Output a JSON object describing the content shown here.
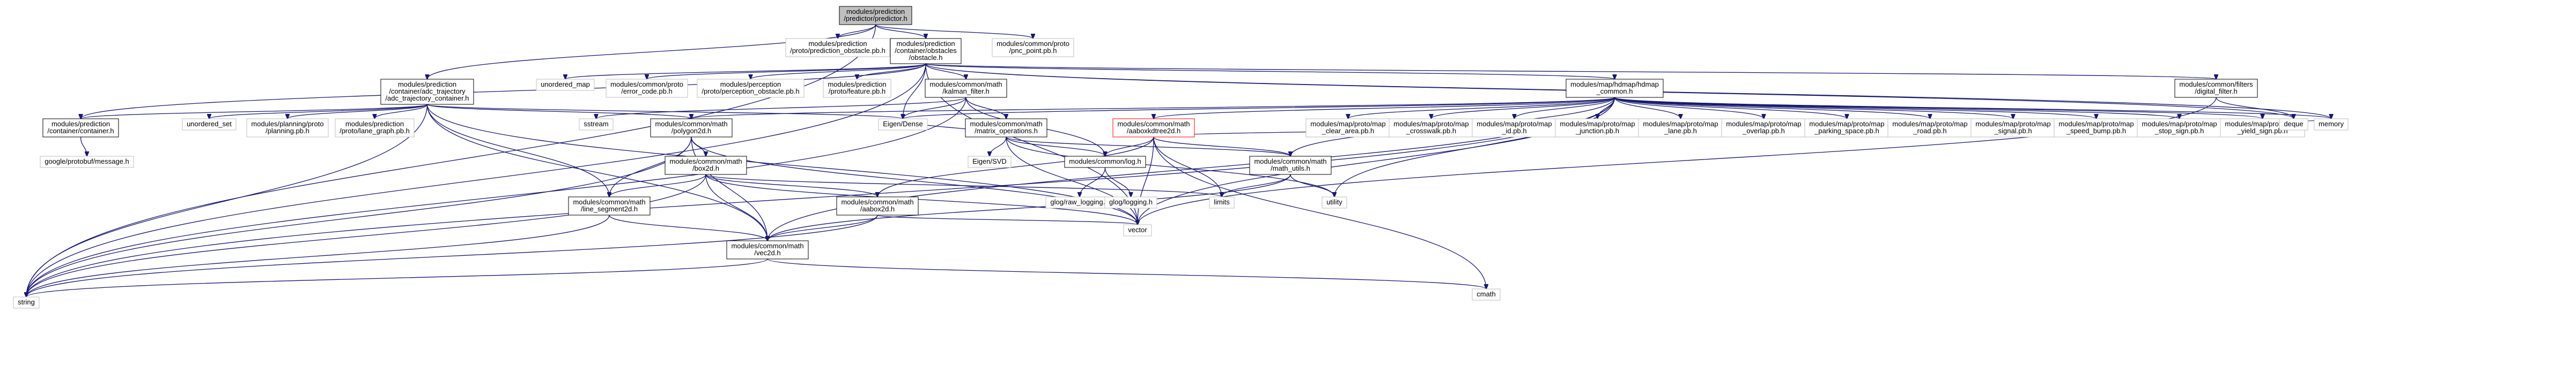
{
  "colors": {
    "edge": "#191970",
    "root_fill": "#bfbfbf",
    "linked_border": "#000000",
    "external_border": "#bfbfbf",
    "truncated_border": "#ff0000"
  },
  "nodes": [
    {
      "id": "predictor",
      "lines": [
        "modules/prediction",
        "/predictor/predictor.h"
      ],
      "style": "root"
    },
    {
      "id": "prediction_obstacle_pb",
      "lines": [
        "modules/prediction",
        "/proto/prediction_obstacle.pb.h"
      ],
      "style": "external"
    },
    {
      "id": "obstacle",
      "lines": [
        "modules/prediction",
        "/container/obstacles",
        "/obstacle.h"
      ],
      "style": "linked"
    },
    {
      "id": "pnc_point_pb",
      "lines": [
        "modules/common/proto",
        "/pnc_point.pb.h"
      ],
      "style": "external"
    },
    {
      "id": "adc_trajectory_container",
      "lines": [
        "modules/prediction",
        "/container/adc_trajectory",
        "/adc_trajectory_container.h"
      ],
      "style": "linked"
    },
    {
      "id": "unordered_map",
      "lines": [
        "unordered_map"
      ],
      "style": "external"
    },
    {
      "id": "error_code_pb",
      "lines": [
        "modules/common/proto",
        "/error_code.pb.h"
      ],
      "style": "external"
    },
    {
      "id": "perception_obstacle_pb",
      "lines": [
        "modules/perception",
        "/proto/perception_obstacle.pb.h"
      ],
      "style": "external"
    },
    {
      "id": "feature_pb",
      "lines": [
        "modules/prediction",
        "/proto/feature.pb.h"
      ],
      "style": "external"
    },
    {
      "id": "kalman_filter",
      "lines": [
        "modules/common/math",
        "/kalman_filter.h"
      ],
      "style": "linked"
    },
    {
      "id": "hdmap_common",
      "lines": [
        "modules/map/hdmap/hdmap",
        "_common.h"
      ],
      "style": "linked"
    },
    {
      "id": "digital_filter",
      "lines": [
        "modules/common/filters",
        "/digital_filter.h"
      ],
      "style": "linked"
    },
    {
      "id": "container",
      "lines": [
        "modules/prediction",
        "/container/container.h"
      ],
      "style": "linked"
    },
    {
      "id": "unordered_set",
      "lines": [
        "unordered_set"
      ],
      "style": "external"
    },
    {
      "id": "planning_pb",
      "lines": [
        "modules/planning/proto",
        "/planning.pb.h"
      ],
      "style": "external"
    },
    {
      "id": "lane_graph_pb",
      "lines": [
        "modules/prediction",
        "/proto/lane_graph.pb.h"
      ],
      "style": "external"
    },
    {
      "id": "sstream",
      "lines": [
        "sstream"
      ],
      "style": "external"
    },
    {
      "id": "polygon2d",
      "lines": [
        "modules/common/math",
        "/polygon2d.h"
      ],
      "style": "linked"
    },
    {
      "id": "eigen_dense",
      "lines": [
        "Eigen/Dense"
      ],
      "style": "external"
    },
    {
      "id": "matrix_operations",
      "lines": [
        "modules/common/math",
        "/matrix_operations.h"
      ],
      "style": "linked"
    },
    {
      "id": "aaboxkdtree2d",
      "lines": [
        "modules/common/math",
        "/aaboxkdtree2d.h"
      ],
      "style": "truncated"
    },
    {
      "id": "clear_area_pb",
      "lines": [
        "modules/map/proto/map",
        "_clear_area.pb.h"
      ],
      "style": "external"
    },
    {
      "id": "crosswalk_pb",
      "lines": [
        "modules/map/proto/map",
        "_crosswalk.pb.h"
      ],
      "style": "external"
    },
    {
      "id": "id_pb",
      "lines": [
        "modules/map/proto/map",
        "_id.pb.h"
      ],
      "style": "external"
    },
    {
      "id": "junction_pb",
      "lines": [
        "modules/map/proto/map",
        "_junction.pb.h"
      ],
      "style": "external"
    },
    {
      "id": "lane_pb",
      "lines": [
        "modules/map/proto/map",
        "_lane.pb.h"
      ],
      "style": "external"
    },
    {
      "id": "overlap_pb",
      "lines": [
        "modules/map/proto/map",
        "_overlap.pb.h"
      ],
      "style": "external"
    },
    {
      "id": "parking_space_pb",
      "lines": [
        "modules/map/proto/map",
        "_parking_space.pb.h"
      ],
      "style": "external"
    },
    {
      "id": "road_pb",
      "lines": [
        "modules/map/proto/map",
        "_road.pb.h"
      ],
      "style": "external"
    },
    {
      "id": "signal_pb",
      "lines": [
        "modules/map/proto/map",
        "_signal.pb.h"
      ],
      "style": "external"
    },
    {
      "id": "speed_bump_pb",
      "lines": [
        "modules/map/proto/map",
        "_speed_bump.pb.h"
      ],
      "style": "external"
    },
    {
      "id": "stop_sign_pb",
      "lines": [
        "modules/map/proto/map",
        "_stop_sign.pb.h"
      ],
      "style": "external"
    },
    {
      "id": "yield_sign_pb",
      "lines": [
        "modules/map/proto/map",
        "_yield_sign.pb.h"
      ],
      "style": "external"
    },
    {
      "id": "deque",
      "lines": [
        "deque"
      ],
      "style": "external"
    },
    {
      "id": "memory",
      "lines": [
        "memory"
      ],
      "style": "external"
    },
    {
      "id": "protobuf_message",
      "lines": [
        "google/protobuf/message.h"
      ],
      "style": "external"
    },
    {
      "id": "box2d",
      "lines": [
        "modules/common/math",
        "/box2d.h"
      ],
      "style": "linked"
    },
    {
      "id": "eigen_svd",
      "lines": [
        "Eigen/SVD"
      ],
      "style": "external"
    },
    {
      "id": "log",
      "lines": [
        "modules/common/log.h"
      ],
      "style": "linked"
    },
    {
      "id": "math_utils",
      "lines": [
        "modules/common/math",
        "/math_utils.h"
      ],
      "style": "linked"
    },
    {
      "id": "line_segment2d",
      "lines": [
        "modules/common/math",
        "/line_segment2d.h"
      ],
      "style": "linked"
    },
    {
      "id": "aabox2d",
      "lines": [
        "modules/common/math",
        "/aabox2d.h"
      ],
      "style": "linked"
    },
    {
      "id": "limits",
      "lines": [
        "limits"
      ],
      "style": "external"
    },
    {
      "id": "raw_logging",
      "lines": [
        "glog/raw_logging.h"
      ],
      "style": "external"
    },
    {
      "id": "glog_logging",
      "lines": [
        "glog/logging.h"
      ],
      "style": "external"
    },
    {
      "id": "utility",
      "lines": [
        "utility"
      ],
      "style": "external"
    },
    {
      "id": "vector",
      "lines": [
        "vector"
      ],
      "style": "external"
    },
    {
      "id": "vec2d",
      "lines": [
        "modules/common/math",
        "/vec2d.h"
      ],
      "style": "linked"
    },
    {
      "id": "string",
      "lines": [
        "string"
      ],
      "style": "external"
    },
    {
      "id": "cmath",
      "lines": [
        "cmath"
      ],
      "style": "external"
    }
  ],
  "edges": [
    [
      "predictor",
      "prediction_obstacle_pb"
    ],
    [
      "predictor",
      "obstacle"
    ],
    [
      "predictor",
      "pnc_point_pb"
    ],
    [
      "predictor",
      "adc_trajectory_container"
    ],
    [
      "predictor",
      "string"
    ],
    [
      "obstacle",
      "unordered_map"
    ],
    [
      "obstacle",
      "error_code_pb"
    ],
    [
      "obstacle",
      "perception_obstacle_pb"
    ],
    [
      "obstacle",
      "feature_pb"
    ],
    [
      "obstacle",
      "kalman_filter"
    ],
    [
      "obstacle",
      "hdmap_common"
    ],
    [
      "obstacle",
      "digital_filter"
    ],
    [
      "obstacle",
      "container"
    ],
    [
      "obstacle",
      "eigen_dense"
    ],
    [
      "obstacle",
      "vector"
    ],
    [
      "obstacle",
      "string"
    ],
    [
      "obstacle",
      "memory"
    ],
    [
      "obstacle",
      "deque"
    ],
    [
      "adc_trajectory_container",
      "container"
    ],
    [
      "adc_trajectory_container",
      "unordered_set"
    ],
    [
      "adc_trajectory_container",
      "planning_pb"
    ],
    [
      "adc_trajectory_container",
      "lane_graph_pb"
    ],
    [
      "adc_trajectory_container",
      "polygon2d"
    ],
    [
      "adc_trajectory_container",
      "line_segment2d"
    ],
    [
      "adc_trajectory_container",
      "vec2d"
    ],
    [
      "adc_trajectory_container",
      "string"
    ],
    [
      "adc_trajectory_container",
      "vector"
    ],
    [
      "adc_trajectory_container",
      "eigen_dense"
    ],
    [
      "container",
      "protobuf_message"
    ],
    [
      "kalman_filter",
      "sstream"
    ],
    [
      "kalman_filter",
      "eigen_dense"
    ],
    [
      "kalman_filter",
      "matrix_operations"
    ],
    [
      "kalman_filter",
      "log"
    ],
    [
      "kalman_filter",
      "string"
    ],
    [
      "hdmap_common",
      "polygon2d"
    ],
    [
      "hdmap_common",
      "eigen_dense"
    ],
    [
      "hdmap_common",
      "aaboxkdtree2d"
    ],
    [
      "hdmap_common",
      "clear_area_pb"
    ],
    [
      "hdmap_common",
      "crosswalk_pb"
    ],
    [
      "hdmap_common",
      "id_pb"
    ],
    [
      "hdmap_common",
      "junction_pb"
    ],
    [
      "hdmap_common",
      "lane_pb"
    ],
    [
      "hdmap_common",
      "overlap_pb"
    ],
    [
      "hdmap_common",
      "parking_space_pb"
    ],
    [
      "hdmap_common",
      "road_pb"
    ],
    [
      "hdmap_common",
      "signal_pb"
    ],
    [
      "hdmap_common",
      "speed_bump_pb"
    ],
    [
      "hdmap_common",
      "stop_sign_pb"
    ],
    [
      "hdmap_common",
      "yield_sign_pb"
    ],
    [
      "hdmap_common",
      "memory"
    ],
    [
      "hdmap_common",
      "vector"
    ],
    [
      "hdmap_common",
      "math_utils"
    ],
    [
      "hdmap_common",
      "vec2d"
    ],
    [
      "hdmap_common",
      "utility"
    ],
    [
      "hdmap_common",
      "string"
    ],
    [
      "digital_filter",
      "deque"
    ],
    [
      "digital_filter",
      "vector"
    ],
    [
      "polygon2d",
      "box2d"
    ],
    [
      "polygon2d",
      "line_segment2d"
    ],
    [
      "polygon2d",
      "vec2d"
    ],
    [
      "polygon2d",
      "string"
    ],
    [
      "polygon2d",
      "vector"
    ],
    [
      "matrix_operations",
      "eigen_dense"
    ],
    [
      "matrix_operations",
      "eigen_svd"
    ],
    [
      "matrix_operations",
      "log"
    ],
    [
      "matrix_operations",
      "math_utils"
    ],
    [
      "matrix_operations",
      "utility"
    ],
    [
      "matrix_operations",
      "vector"
    ],
    [
      "aaboxkdtree2d",
      "log"
    ],
    [
      "aaboxkdtree2d",
      "aabox2d"
    ],
    [
      "aaboxkdtree2d",
      "math_utils"
    ],
    [
      "aaboxkdtree2d",
      "limits"
    ],
    [
      "aaboxkdtree2d",
      "memory"
    ],
    [
      "aaboxkdtree2d",
      "vector"
    ],
    [
      "aaboxkdtree2d",
      "cmath"
    ],
    [
      "box2d",
      "aabox2d"
    ],
    [
      "box2d",
      "line_segment2d"
    ],
    [
      "box2d",
      "vec2d"
    ],
    [
      "box2d",
      "limits"
    ],
    [
      "box2d",
      "string"
    ],
    [
      "box2d",
      "vector"
    ],
    [
      "log",
      "raw_logging"
    ],
    [
      "log",
      "glog_logging"
    ],
    [
      "math_utils",
      "limits"
    ],
    [
      "math_utils",
      "utility"
    ],
    [
      "math_utils",
      "vec2d"
    ],
    [
      "line_segment2d",
      "vec2d"
    ],
    [
      "line_segment2d",
      "string"
    ],
    [
      "aabox2d",
      "vec2d"
    ],
    [
      "aabox2d",
      "string"
    ],
    [
      "aabox2d",
      "vector"
    ],
    [
      "vec2d",
      "cmath"
    ],
    [
      "vec2d",
      "string"
    ]
  ]
}
